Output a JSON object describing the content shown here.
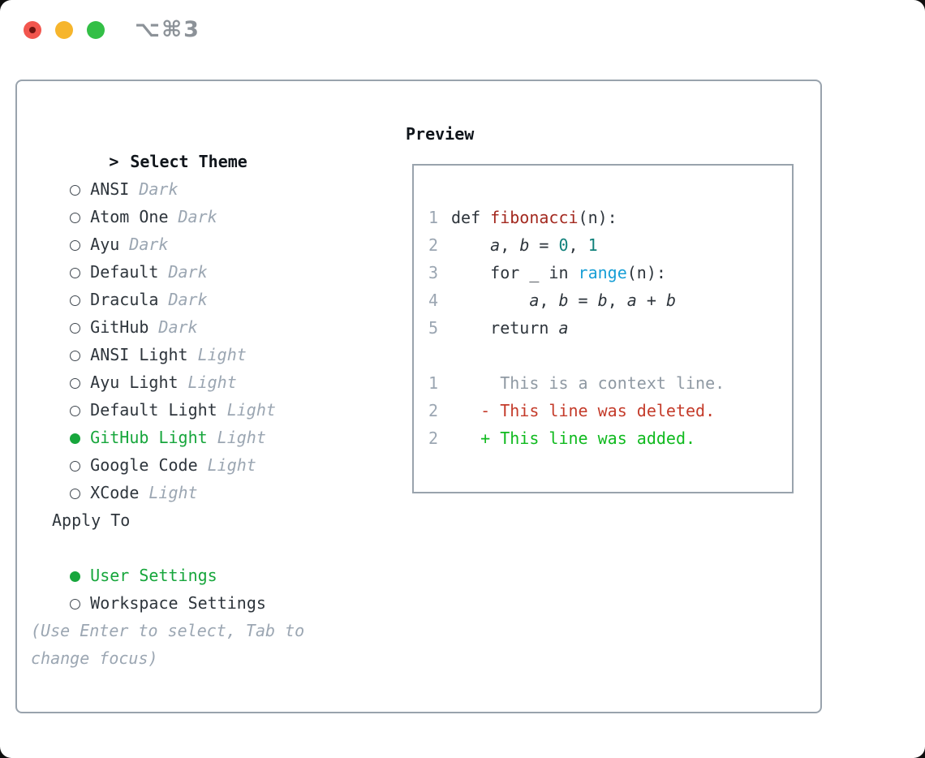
{
  "window": {
    "shortcut_label": "⌥⌘3",
    "traffic_lights": [
      "close",
      "minimize",
      "zoom"
    ]
  },
  "theme_panel": {
    "header": {
      "marker": ">",
      "label": "Select Theme"
    },
    "themes": [
      {
        "name": "ANSI",
        "variant": "Dark",
        "selected": false
      },
      {
        "name": "Atom One",
        "variant": "Dark",
        "selected": false
      },
      {
        "name": "Ayu",
        "variant": "Dark",
        "selected": false
      },
      {
        "name": "Default",
        "variant": "Dark",
        "selected": false
      },
      {
        "name": "Dracula",
        "variant": "Dark",
        "selected": false
      },
      {
        "name": "GitHub",
        "variant": "Dark",
        "selected": false
      },
      {
        "name": "ANSI Light",
        "variant": "Light",
        "selected": false
      },
      {
        "name": "Ayu Light",
        "variant": "Light",
        "selected": false
      },
      {
        "name": "Default Light",
        "variant": "Light",
        "selected": false
      },
      {
        "name": "GitHub Light",
        "variant": "Light",
        "selected": true
      },
      {
        "name": "Google Code",
        "variant": "Light",
        "selected": false
      },
      {
        "name": "XCode",
        "variant": "Light",
        "selected": false
      }
    ],
    "apply_to": {
      "label": "Apply To",
      "options": [
        {
          "name": "User Settings",
          "selected": true
        },
        {
          "name": "Workspace Settings",
          "selected": false
        }
      ]
    },
    "hint": "(Use Enter to select, Tab to change focus)"
  },
  "preview": {
    "title": "Preview",
    "lines": [
      {
        "ln": "1",
        "segments": [
          {
            "t": "def ",
            "k": "plain"
          },
          {
            "t": "fibonacci",
            "k": "function"
          },
          {
            "t": "(n):",
            "k": "plain"
          }
        ]
      },
      {
        "ln": "2",
        "segments": [
          {
            "t": "    ",
            "k": "plain"
          },
          {
            "t": "a",
            "k": "variable"
          },
          {
            "t": ", ",
            "k": "plain"
          },
          {
            "t": "b",
            "k": "variable"
          },
          {
            "t": " = ",
            "k": "plain"
          },
          {
            "t": "0",
            "k": "number"
          },
          {
            "t": ", ",
            "k": "plain"
          },
          {
            "t": "1",
            "k": "number"
          }
        ]
      },
      {
        "ln": "3",
        "segments": [
          {
            "t": "    for _ in ",
            "k": "plain"
          },
          {
            "t": "range",
            "k": "builtin"
          },
          {
            "t": "(n):",
            "k": "plain"
          }
        ]
      },
      {
        "ln": "4",
        "segments": [
          {
            "t": "        ",
            "k": "plain"
          },
          {
            "t": "a",
            "k": "variable"
          },
          {
            "t": ", ",
            "k": "plain"
          },
          {
            "t": "b",
            "k": "variable"
          },
          {
            "t": " = ",
            "k": "plain"
          },
          {
            "t": "b",
            "k": "variable"
          },
          {
            "t": ", ",
            "k": "plain"
          },
          {
            "t": "a",
            "k": "variable"
          },
          {
            "t": " + ",
            "k": "plain"
          },
          {
            "t": "b",
            "k": "variable"
          }
        ]
      },
      {
        "ln": "5",
        "segments": [
          {
            "t": "    return ",
            "k": "plain"
          },
          {
            "t": "a",
            "k": "variable"
          }
        ]
      },
      {
        "ln": "",
        "segments": []
      },
      {
        "ln": "1",
        "segments": [
          {
            "t": "     This is a context line.",
            "k": "context"
          }
        ]
      },
      {
        "ln": "2",
        "segments": [
          {
            "t": "   - This line was deleted.",
            "k": "deleted"
          }
        ]
      },
      {
        "ln": "2",
        "segments": [
          {
            "t": "   + This line was added.",
            "k": "added"
          }
        ]
      }
    ]
  },
  "colors": {
    "panel_border": "#99a3ad",
    "text_header": "#10151b",
    "text_primary": "#2e353c",
    "text_muted": "#9ba6b2",
    "context_gray": "#8f99a3",
    "selection_green": "#17a63c",
    "added_green": "#10ba1f",
    "deleted_red": "#c43b2a",
    "function_red": "#a3291f",
    "number_teal": "#11817b",
    "builtin_blue": "#189fd6",
    "circle_ring": "#3f474f",
    "traffic_red": "#f2564e",
    "traffic_red_dot": "#6f1410",
    "traffic_yellow": "#f6b52c",
    "traffic_green": "#33bf46",
    "shortcut_gray": "#8c9298"
  }
}
